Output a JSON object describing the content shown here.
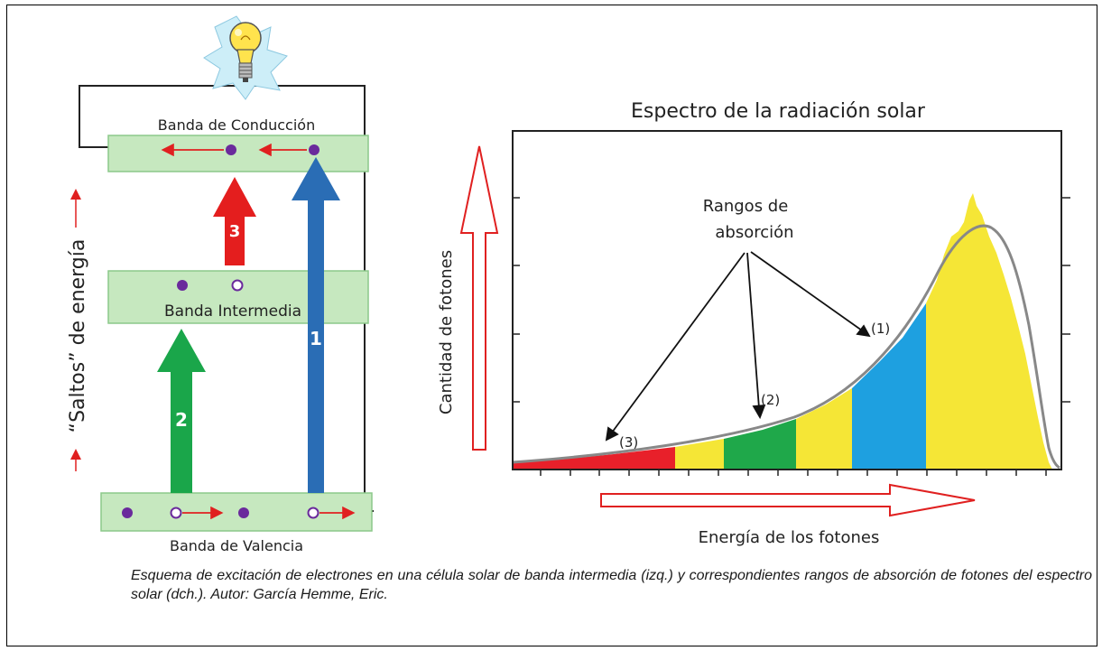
{
  "left_diagram": {
    "conduction_band_label": "Banda de Conducción",
    "intermediate_band_label": "Banda Intermedia",
    "valence_band_label": "Banda de Valencia",
    "vertical_axis_label": "“Saltos” de energía",
    "jump_1_label": "1",
    "jump_2_label": "2",
    "jump_3_label": "3",
    "colors": {
      "band_fill": "#c6e8bf",
      "band_border": "#8cc98a",
      "jump_1": "#2a6db5",
      "jump_2": "#1aa64a",
      "jump_3": "#e41e1e",
      "electron": "#6a2a9c",
      "small_arrow": "#e02020"
    },
    "icons": [
      "lightbulb-icon"
    ]
  },
  "right_chart": {
    "title": "Espectro de la radiación solar",
    "y_label": "Cantidad de fotones",
    "x_label": "Energía de los fotones",
    "annotation_title": "Rangos de absorción",
    "annotation_title_line1": "Rangos de",
    "annotation_title_line2": "absorción",
    "range_1_label": "(1)",
    "range_2_label": "(2)",
    "range_3_label": "(3)",
    "colors": {
      "range_3": "#e8202a",
      "range_2": "#1fa84a",
      "range_1": "#1ea0e0",
      "yellow": "#f5e636",
      "curve": "#888888",
      "axis_arrows": "#e02020"
    }
  },
  "caption": "Esquema de excitación de electrones en una célula solar de banda intermedia (izq.) y correspondientes rangos de absorción de fotones del espectro solar (dch.). Autor: García Hemme, Eric."
}
